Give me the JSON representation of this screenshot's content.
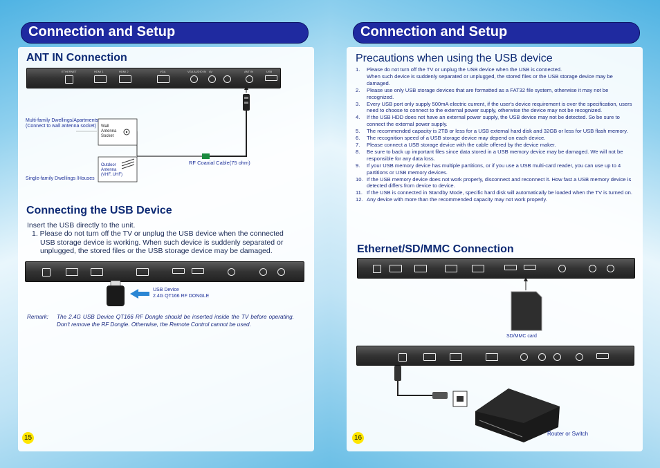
{
  "left_page": {
    "title": "Connection and Setup",
    "ant_heading": "ANT IN Connection",
    "ant_panel_labels": [
      "ETHERNET",
      "HDMI 1",
      "HDMI 2",
      "VGA",
      "VGA AUDIO IN",
      "AV",
      "ANT IN",
      "USB"
    ],
    "multi_family_label": "Multi-family Dwellings/Apartments\n(Connect to wall antenna socket)",
    "wall_socket_label": "Wall\nAntenna\nSocket",
    "outdoor_antenna_label": "Outdoor\nAntenna\n(VHF, UHF)",
    "coaxial_label": "RF Coaxial Cable(75 ohm)",
    "single_family_label": "Single-family Dwellings /Houses",
    "usb_heading": "Connecting the USB Device",
    "usb_intro": "Insert the USB directly to the unit.",
    "usb_item1": "1. Please do not turn off the TV or unplug the USB device when the connected",
    "usb_item1b": "USB storage device is working. When such device is suddenly separated or",
    "usb_item1c": "unplugged, the stored files or the USB storage device may be damaged.",
    "dongle_label1": "USB  Device",
    "dongle_label2": "2.4G  QT166  RF  DONGLE",
    "remark_key": "Remark:",
    "remark_text": "The 2.4G USB Device QT166 RF Dongle should be inserted inside the TV before operating. Don't remove the RF Dongle. Otherwise, the Remote Control cannot be used.",
    "page_number": "15"
  },
  "right_page": {
    "title": "Connection and Setup",
    "precautions_heading": "Precautions when using the USB device",
    "precautions": [
      {
        "n": "1.",
        "t": "Please do not turn off the TV or unplug the USB  device when the USB is connected."
      },
      {
        "n": "",
        "t": "When such device is suddenly separated or unplugged, the stored files or the USB storage device may be damaged."
      },
      {
        "n": "2.",
        "t": "Please use only USB storage devices that are formatted as a FAT32 file system, otherwise it may not be recognized."
      },
      {
        "n": "3.",
        "t": "Every USB port only supply 500mA electric current, if the user's device requirement is over the specification, users need to choose to connect to the external power supply, otherwise the device may not be recognized."
      },
      {
        "n": "4.",
        "t": "If the USB HDD does not have an external power supply, the USB device may not be detected. So be sure to connect the external power supply."
      },
      {
        "n": "5.",
        "t": "The recommended capacity is 2TB or less for a USB external hard disk and 32GB or less for USB flash memory."
      },
      {
        "n": "6.",
        "t": "The recognition speed of a USB storage device may depend on each device."
      },
      {
        "n": "7.",
        "t": "Please connect a USB storage device with the cable offered by the device maker."
      },
      {
        "n": "8.",
        "t": "Be sure to back up important files since data stored in a USB memory device may be damaged. We will not be responsible for any data loss."
      },
      {
        "n": "9.",
        "t": "If your USB memory device has multiple partitions, or if you use a USB multi-card reader, you can use up to 4 partitions or USB memory devices."
      },
      {
        "n": "10.",
        "t": "If the USB memory device does not work properly, disconnect and reconnect it. How fast a USB memory device is detected differs from device to device."
      },
      {
        "n": "11.",
        "t": "If the USB is connected in Standby Mode, specific hard disk will automatically be loaded when the TV is turned on."
      },
      {
        "n": "12.",
        "t": "Any device with more than the recommended capacity may not work properly."
      }
    ],
    "ethernet_heading": "Ethernet/SD/MMC Connection",
    "sd_label": "SD/MMC card",
    "router_label": "Router or Switch",
    "page_number": "16"
  },
  "colors": {
    "banner": "#1f2aa0",
    "heading": "#0d2a74",
    "page_number_bg": "#ffe600"
  }
}
